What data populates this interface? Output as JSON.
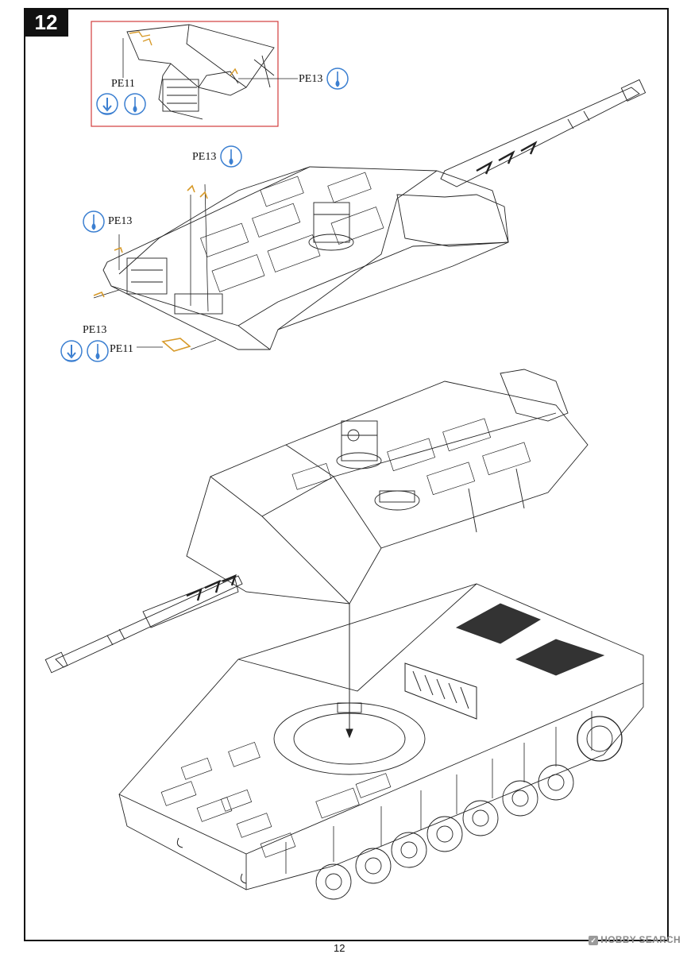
{
  "step": {
    "number": "12"
  },
  "parts": {
    "pe11": "PE11",
    "pe13": "PE13"
  },
  "icons": {
    "bend_down": "bend-down-arrow-icon",
    "glue": "glue-drop-icon",
    "accent": "#3b7fd1",
    "inset_border": "#d23c3c"
  },
  "footer": {
    "page_number": "12",
    "watermark": "HOBBY SEARCH"
  }
}
